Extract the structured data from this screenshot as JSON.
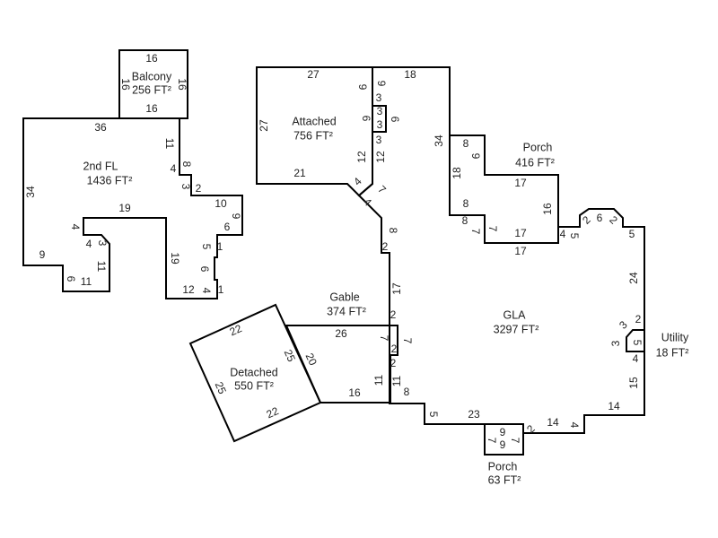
{
  "areas": {
    "balcony": {
      "name": "Balcony",
      "area": "256 FT²"
    },
    "second_fl": {
      "name": "2nd FL",
      "area": "1436 FT²"
    },
    "attached": {
      "name": "Attached",
      "area": "756 FT²"
    },
    "porch_416": {
      "name": "Porch",
      "area": "416 FT²"
    },
    "gla": {
      "name": "GLA",
      "area": "3297 FT²"
    },
    "gable": {
      "name": "Gable",
      "area": "374 FT²"
    },
    "detached": {
      "name": "Detached",
      "area": "550 FT²"
    },
    "utility": {
      "name": "Utility",
      "area": "18 FT²"
    },
    "porch_63": {
      "name": "Porch",
      "area": "63 FT²"
    }
  },
  "dims": {
    "balcony": [
      "16",
      "16",
      "16",
      "16"
    ],
    "second_fl": [
      "36",
      "11",
      "4",
      "8",
      "3",
      "2",
      "10",
      "9",
      "6",
      "5",
      "1",
      "6",
      "12",
      "4",
      "1",
      "19",
      "19",
      "4",
      "4",
      "3",
      "11",
      "11",
      "6",
      "9",
      "34"
    ],
    "attached": [
      "27",
      "27",
      "21",
      "9",
      "3",
      "9",
      "6",
      "3",
      "3",
      "6",
      "3",
      "12",
      "12",
      "4",
      "4",
      "7"
    ],
    "gla": [
      "18",
      "34",
      "2",
      "8",
      "17",
      "2",
      "7",
      "2",
      "11",
      "8",
      "5",
      "23",
      "2",
      "14",
      "4",
      "14",
      "15",
      "4",
      "3",
      "3",
      "2",
      "24",
      "5",
      "2",
      "6",
      "2",
      "4",
      "5"
    ],
    "porch_416": [
      "8",
      "9",
      "18",
      "17",
      "16",
      "8",
      "8",
      "7",
      "7",
      "17",
      "17"
    ],
    "gable": [
      "26",
      "20",
      "7",
      "2",
      "16",
      "11"
    ],
    "detached": [
      "22",
      "25",
      "25",
      "22"
    ],
    "utility": [
      "5"
    ],
    "porch_63": [
      "9",
      "9",
      "7",
      "7"
    ]
  }
}
